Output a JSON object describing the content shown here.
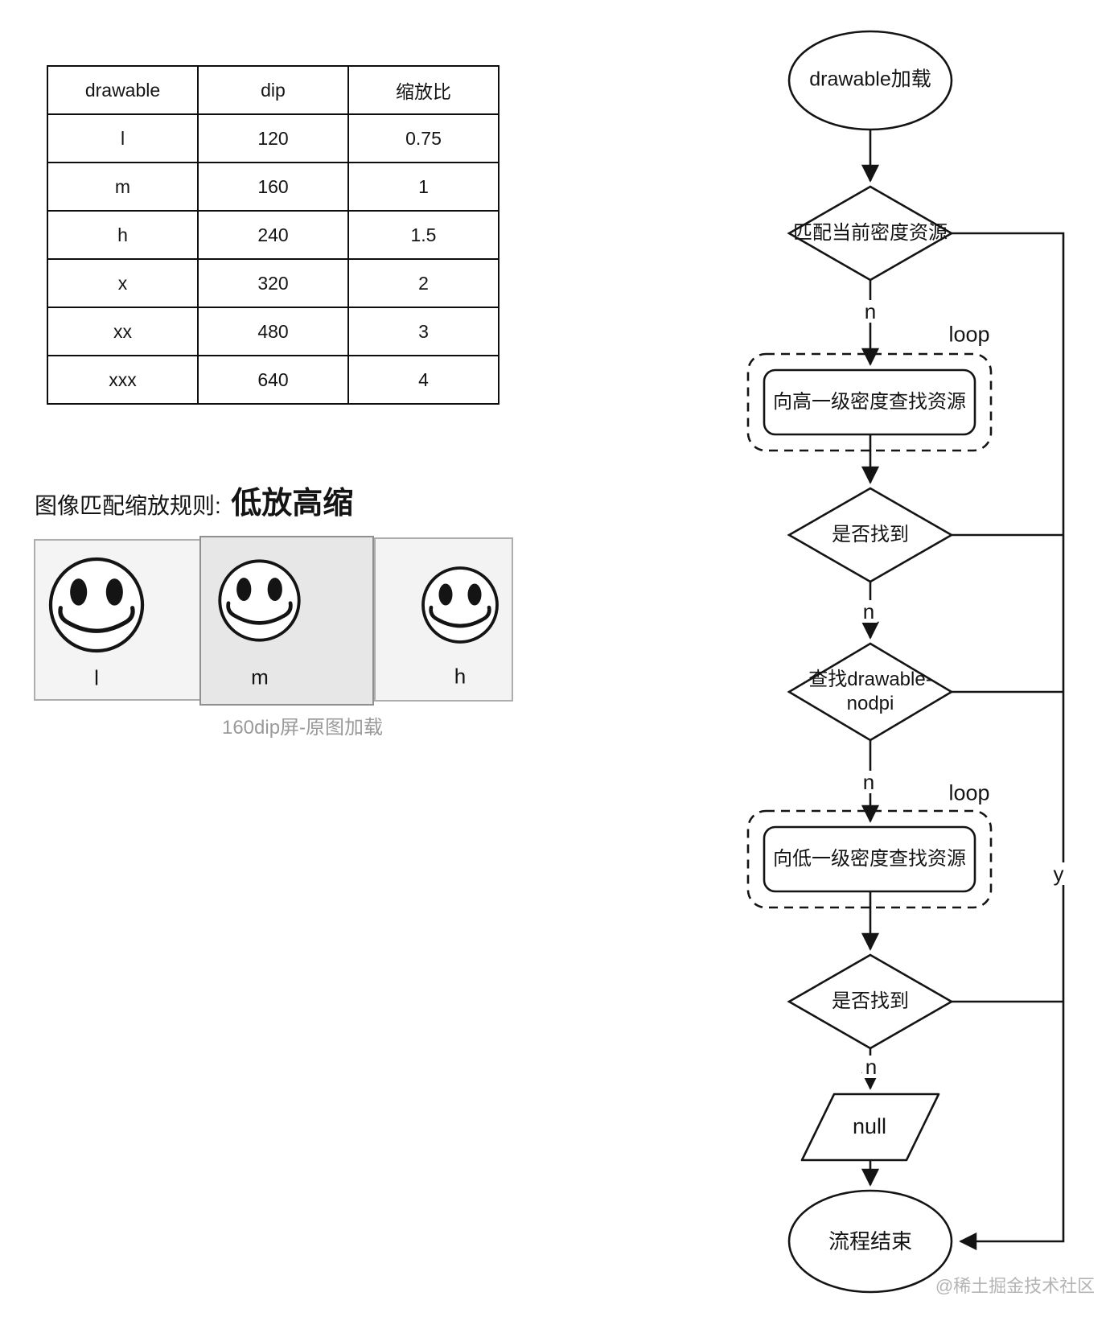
{
  "table": {
    "headers": [
      "drawable",
      "dip",
      "缩放比"
    ],
    "rows": [
      [
        "l",
        "120",
        "0.75"
      ],
      [
        "m",
        "160",
        "1"
      ],
      [
        "h",
        "240",
        "1.5"
      ],
      [
        "x",
        "320",
        "2"
      ],
      [
        "xx",
        "480",
        "3"
      ],
      [
        "xxx",
        "640",
        "4"
      ]
    ]
  },
  "rule_title": {
    "prefix": "图像匹配缩放规则:",
    "highlight": "低放高缩"
  },
  "density_demo": {
    "panels": [
      {
        "label": "l",
        "icon": "smiley-face"
      },
      {
        "label": "m",
        "icon": "smiley-face"
      },
      {
        "label": "h",
        "icon": "smiley-face"
      }
    ],
    "caption": "160dip屏-原图加载"
  },
  "flowchart": {
    "start": "drawable加载",
    "decision_match": "匹配当前密度资源",
    "loop1_label": "loop",
    "process_higher": "向高一级密度查找资源",
    "decision_found1": "是否找到",
    "decision_nodpi": "查找drawable-nodpi",
    "loop2_label": "loop",
    "process_lower": "向低一级密度查找资源",
    "decision_found2": "是否找到",
    "result_null": "null",
    "end": "流程结束",
    "labels": {
      "n1": "n",
      "n2": "n",
      "n3": "n",
      "n4": "n",
      "y": "y"
    }
  },
  "watermark": "@稀土掘金技术社区",
  "colors": {
    "line": "#141414",
    "panel_light": "#f4f4f4",
    "panel_selected": "#e7e7e7",
    "panel_border": "#adadad",
    "panel_border_selected": "#8f8f8f",
    "caption": "#9a9a9a",
    "watermark": "#b4b4b4"
  }
}
